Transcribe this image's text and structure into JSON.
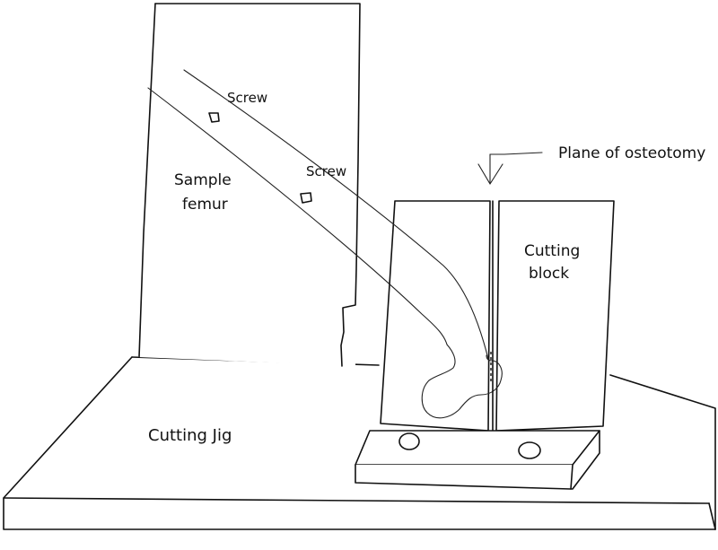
{
  "labels": {
    "screw_top": "Screw",
    "screw_bottom": "Screw",
    "femur_line1": "Sample",
    "femur_line2": "femur",
    "plane": "Plane of osteotomy",
    "block_line1": "Cutting",
    "block_line2": "block",
    "jig": "Cutting Jig"
  }
}
